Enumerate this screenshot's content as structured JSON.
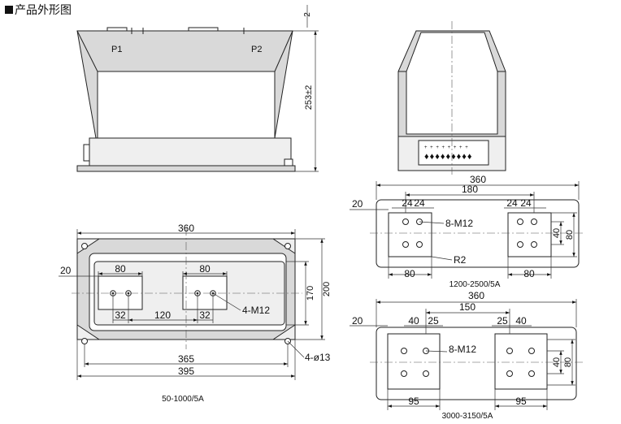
{
  "header": {
    "title": "产品外形图"
  },
  "front_view": {
    "terminal_p1": "P1",
    "terminal_p2": "P2",
    "dim_top": "2",
    "dim_height": "253±2"
  },
  "base_view": {
    "dim_width": "360",
    "dim_pad_left": "80",
    "dim_pad_right": "80",
    "dim_margin": "20",
    "dim_hole_left": "32",
    "dim_hole_right": "32",
    "dim_between": "120",
    "thread_label": "4-M12",
    "dim_inner_h": "170",
    "dim_outer_h": "200",
    "dim_mount": "365",
    "dim_overall": "395",
    "mount_hole_label": "4-ø13",
    "caption": "50-1000/5A"
  },
  "plan_view_a": {
    "dim_width": "360",
    "dim_between": "180",
    "dim_margin": "20",
    "dim_24_a": "24",
    "dim_24_b": "24",
    "dim_24_c": "24",
    "dim_24_d": "24",
    "thread_label": "8-M12",
    "radius_label": "R2",
    "dim_40": "40",
    "dim_80_v": "80",
    "dim_pad_left": "80",
    "dim_pad_right": "80",
    "caption": "1200-2500/5A"
  },
  "plan_view_b": {
    "dim_width": "360",
    "dim_between": "150",
    "dim_margin": "20",
    "dim_40_a": "40",
    "dim_25_a": "25",
    "dim_25_b": "25",
    "dim_40_b": "40",
    "thread_label": "8-M12",
    "dim_40_v": "40",
    "dim_80_v": "80",
    "dim_pad_left": "95",
    "dim_pad_right": "95",
    "caption": "3000-3150/5A"
  }
}
